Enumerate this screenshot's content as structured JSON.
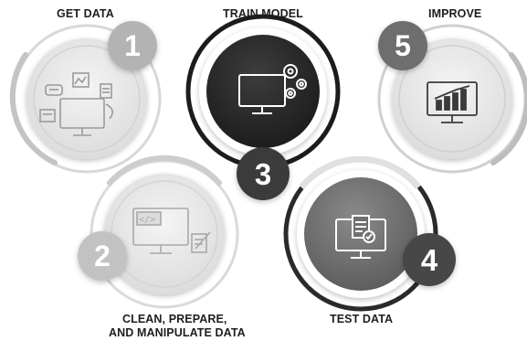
{
  "steps": [
    {
      "number": "1",
      "label": "GET DATA",
      "icon": "data-collection-icon"
    },
    {
      "number": "2",
      "label": "CLEAN, PREPARE,",
      "label_line2": "AND MANIPULATE DATA",
      "icon": "code-and-edit-icon"
    },
    {
      "number": "3",
      "label": "TRAIN MODEL",
      "icon": "monitor-gears-icon"
    },
    {
      "number": "4",
      "label": "TEST DATA",
      "icon": "checklist-icon"
    },
    {
      "number": "5",
      "label": "IMPROVE",
      "icon": "growth-chart-icon"
    }
  ],
  "colors": {
    "light_disc": "#e6e6e6",
    "light_ring": "#cfcfcf",
    "light_badge": "#b3b3b3",
    "mid_disc": "#7a7a7a",
    "mid_ring": "#3a3a3a",
    "mid_badge": "#5a5a5a",
    "dark_disc": "#2b2b2b",
    "dark_ring": "#1c1c1c",
    "dark_badge": "#3a3a3a"
  }
}
